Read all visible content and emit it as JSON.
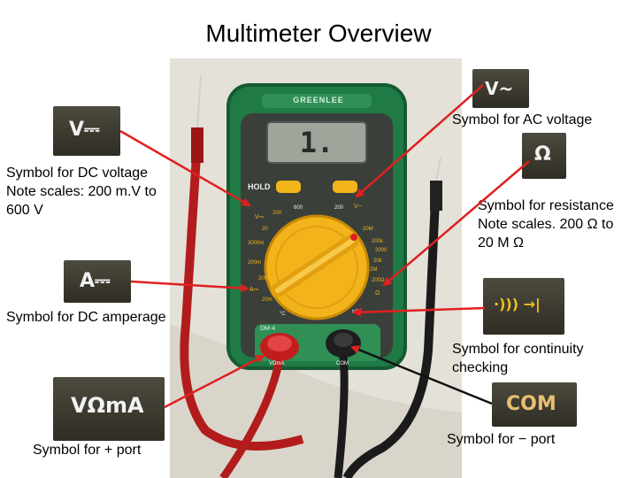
{
  "title": "Multimeter Overview",
  "labels": {
    "ac_voltage": "Symbol for AC voltage",
    "dc_voltage": [
      "Symbol for DC voltage",
      "Note scales: 200 m.V to",
      "600 V"
    ],
    "resistance": [
      "Symbol for resistance",
      "Note scales. 200 Ω to",
      "20 M Ω"
    ],
    "dc_amperage": "Symbol for DC amperage",
    "continuity": [
      "Symbol for continuity",
      "checking"
    ],
    "plus_port": "Symbol for + port",
    "minus_port": "Symbol for − port"
  },
  "tiles": {
    "dc_voltage": "V⎓",
    "ac_voltage": "V~",
    "resistance": "Ω",
    "dc_amperage": "A⎓",
    "continuity": "·))) →|",
    "plus_port": "VΩmA",
    "minus_port": "COM"
  },
  "meter": {
    "brand": "GREENLEE",
    "model": "DM-4",
    "hold": "HOLD",
    "display": "1.",
    "dial_marks": [
      "600",
      "200",
      "V⎓",
      "V~",
      "200",
      "20",
      "2000m",
      "200m",
      "A⎓",
      "200m",
      "20m",
      "200k",
      "20k",
      "2000",
      "200Ω",
      "20M",
      "2M",
      "Ω",
      "hFE",
      "°C"
    ],
    "port_left": "VΩmA",
    "port_right": "COM"
  },
  "colors": {
    "arrow": "#e02020",
    "case": "#1f7a45",
    "dial": "#f2b41a",
    "panel": "#3b3f3a"
  }
}
